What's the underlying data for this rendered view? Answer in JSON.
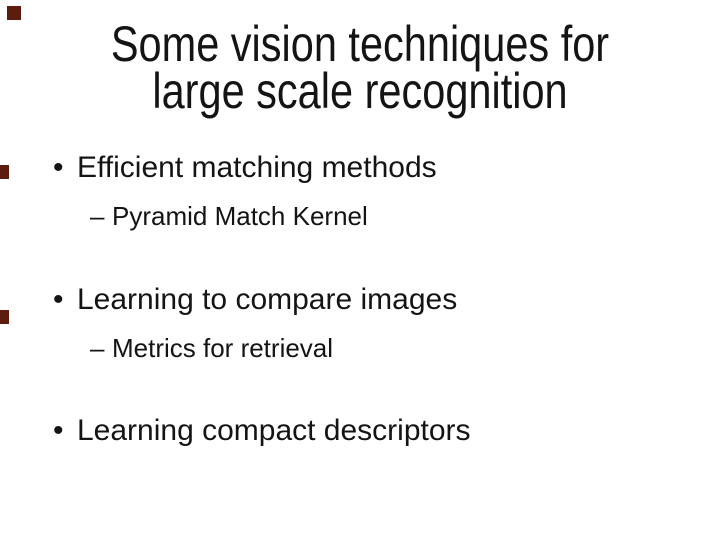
{
  "slide": {
    "background_color": "#ffffff",
    "text_color": "#141414",
    "marker_square_color": "#5c1d0f",
    "title": {
      "line1": "Some vision techniques for",
      "line2": "large scale recognition"
    },
    "bullets": [
      {
        "level": 1,
        "marker": "•",
        "text": "Efficient matching methods"
      },
      {
        "level": 2,
        "marker": "–",
        "text": "Pyramid Match Kernel"
      },
      {
        "level": 1,
        "marker": "•",
        "text": "Learning to compare images"
      },
      {
        "level": 2,
        "marker": "–",
        "text": "Metrics for retrieval"
      },
      {
        "level": 1,
        "marker": "•",
        "text": "Learning compact descriptors"
      }
    ]
  }
}
